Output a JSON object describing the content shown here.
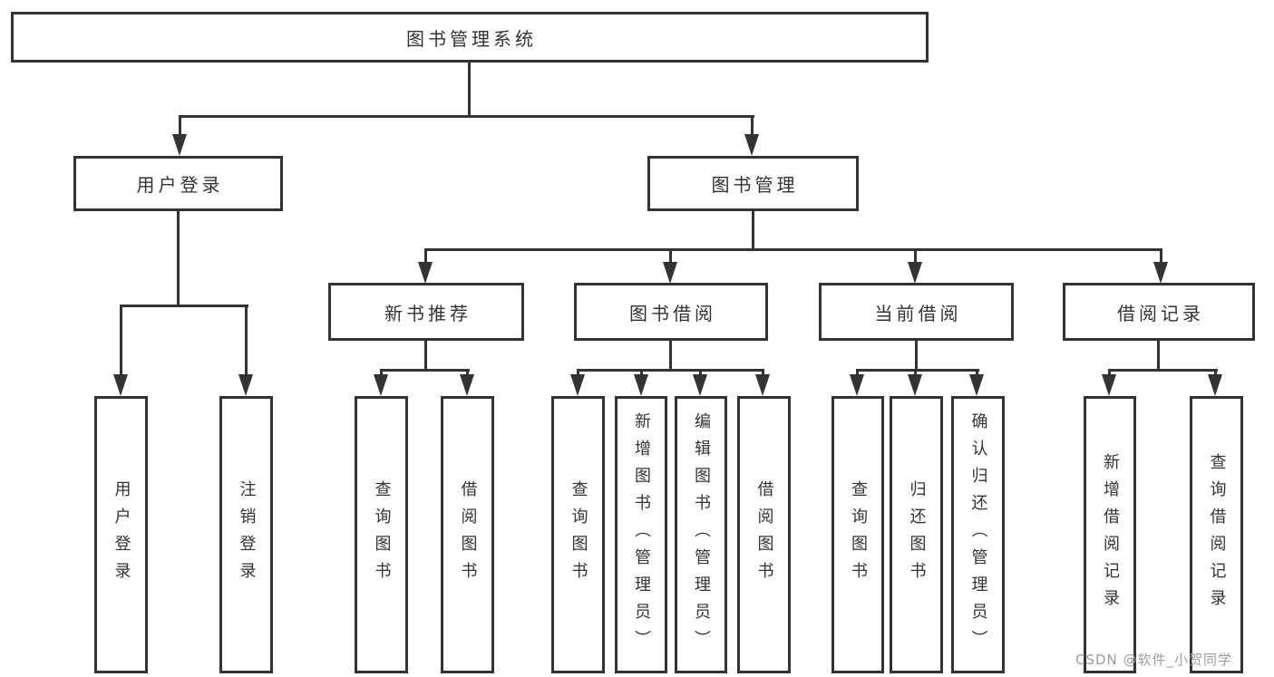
{
  "diagram": {
    "root": {
      "label": "图书管理系统"
    },
    "login": {
      "label": "用户登录",
      "children": [
        {
          "label": "用户登录"
        },
        {
          "label": "注销登录"
        }
      ]
    },
    "management": {
      "label": "图书管理",
      "sections": [
        {
          "label": "新书推荐",
          "children": [
            {
              "label": "查询图书"
            },
            {
              "label": "借阅图书"
            }
          ]
        },
        {
          "label": "图书借阅",
          "children": [
            {
              "label": "查询图书"
            },
            {
              "label": "新增图书（管理员）"
            },
            {
              "label": "编辑图书（管理员）"
            },
            {
              "label": "借阅图书"
            }
          ]
        },
        {
          "label": "当前借阅",
          "children": [
            {
              "label": "查询图书"
            },
            {
              "label": "归还图书"
            },
            {
              "label": "确认归还（管理员）"
            }
          ]
        },
        {
          "label": "借阅记录",
          "children": [
            {
              "label": "新增借阅记录"
            },
            {
              "label": "查询借阅记录"
            }
          ]
        }
      ]
    }
  },
  "watermark": {
    "text": "CSDN @软件_小贺同学"
  },
  "colors": {
    "line": "#333333",
    "text": "#333333",
    "background": "#ffffff",
    "watermark": "#9e9e9e"
  }
}
